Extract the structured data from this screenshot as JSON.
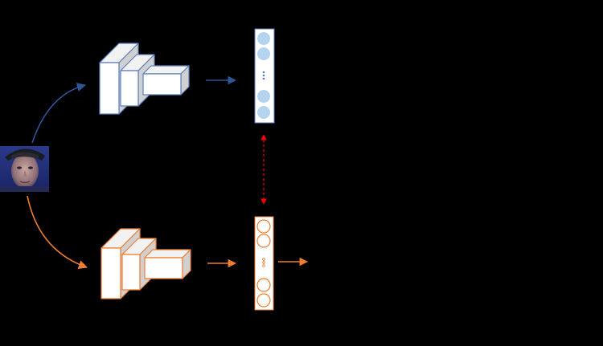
{
  "colors": {
    "background": "#000000",
    "top_branch": "#2F5597",
    "top_branch_outline": "#5B7FC0",
    "top_neuron_fill": "#B4D3EE",
    "bottom_branch": "#ED7D31",
    "bottom_neuron_stroke": "#ED7D31",
    "block_front": "#FFFFFF",
    "block_top": "#F2F2F2",
    "block_side": "#D0D0D0",
    "vector_bg": "#FFFFFF",
    "link_arrow": "#FF0000"
  },
  "icons": {
    "input_image": "face-photo",
    "top_network": "cnn-layers-blue",
    "bottom_network": "cnn-layers-orange",
    "top_feature_vector": "neuron-column-filled",
    "bottom_feature_vector": "neuron-column-outlined",
    "link": "dashed-double-arrow"
  },
  "feature_vector": {
    "ellipsis_dots": 3,
    "neurons_above_ellipsis": 2,
    "neurons_below_ellipsis": 2
  }
}
